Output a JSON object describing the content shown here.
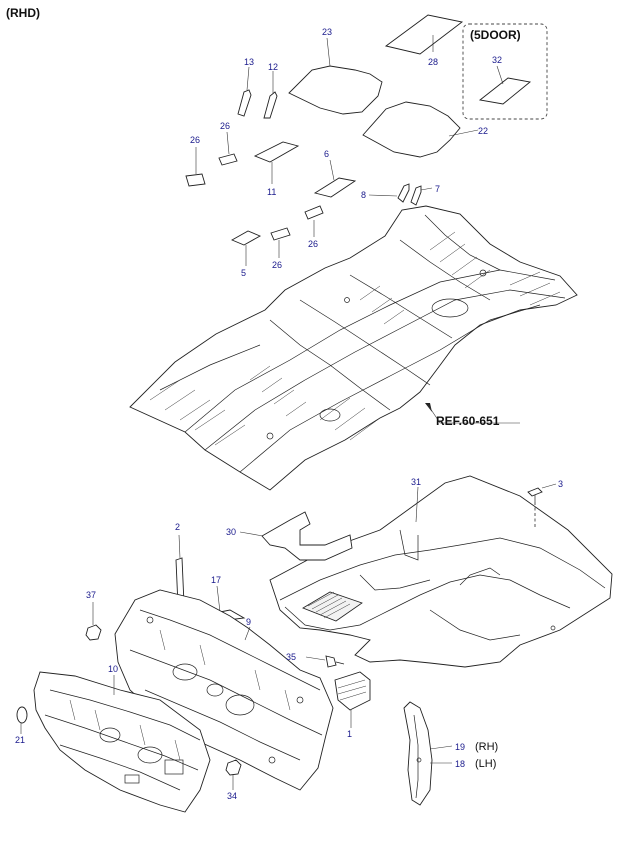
{
  "header": {
    "variant": "(RHD)"
  },
  "reference": {
    "text": "REF.60-651"
  },
  "inset": {
    "title": "(5DOOR)"
  },
  "side_labels": {
    "rh": "(RH)",
    "lh": "(LH)"
  },
  "callouts": {
    "c23": "23",
    "c28": "28",
    "c32": "32",
    "c13": "13",
    "c12": "12",
    "c22": "22",
    "c26a": "26",
    "c26b": "26",
    "c11": "11",
    "c6": "6",
    "c8": "8",
    "c7": "7",
    "c26c": "26",
    "c5": "5",
    "c26d": "26",
    "c31": "31",
    "c3": "3",
    "c2": "2",
    "c30": "30",
    "c37": "37",
    "c17": "17",
    "c9": "9",
    "c35": "35",
    "c10": "10",
    "c1": "1",
    "c21": "21",
    "c34": "34",
    "c19": "19",
    "c18": "18"
  }
}
